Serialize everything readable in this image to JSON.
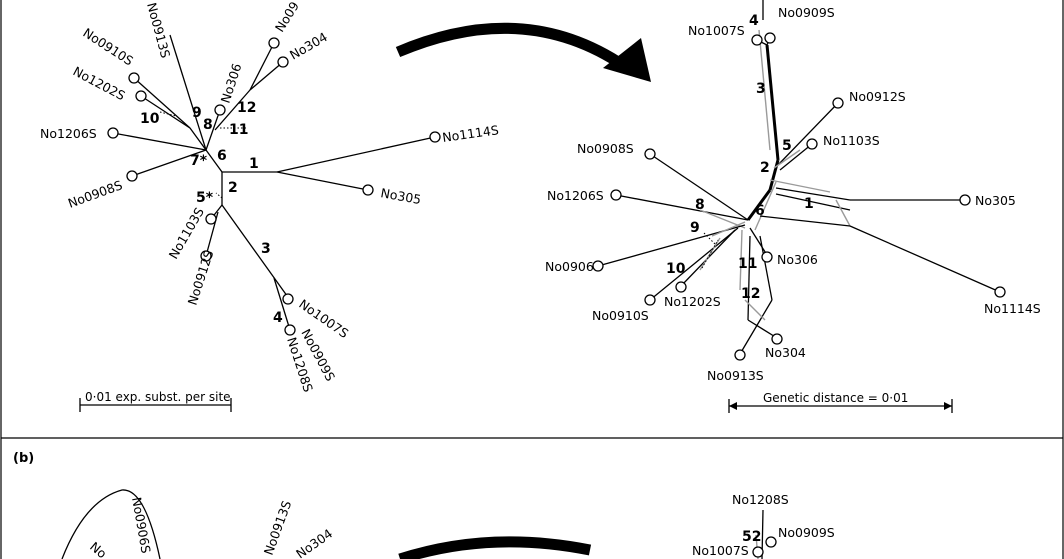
{
  "panel_b_label": "(b)",
  "arrow_a": "",
  "panel_a": {
    "tree": {
      "tips": [
        "No0913S",
        "No0910S",
        "No1202S",
        "No1206S",
        "No0908S",
        "No1114S",
        "No305",
        "No1103S",
        "No0912S",
        "No1007S",
        "No0909S",
        "No1208S",
        "No306",
        "No304",
        "No09"
      ],
      "branch_numbers": [
        "1",
        "2",
        "3",
        "4",
        "5*",
        "6",
        "7*",
        "8",
        "9",
        "10",
        "11",
        "12"
      ],
      "scale_label": "0·01 exp. subst. per site"
    },
    "network": {
      "tips": [
        "No0909S",
        "No1007S",
        "No0912S",
        "No1103S",
        "No0908S",
        "No1206S",
        "No305",
        "No0906",
        "No306",
        "No1202S",
        "No0910S",
        "No1114S",
        "No304",
        "No0913S"
      ],
      "split_numbers": [
        "1",
        "2",
        "3",
        "4",
        "5",
        "6",
        "8",
        "9",
        "10",
        "11",
        "12"
      ],
      "scale_label": "Genetic distance = 0·01"
    }
  },
  "panel_b": {
    "tree_tips": [
      "No0906S",
      "No0913S",
      "No",
      "No304"
    ],
    "network_tips": [
      "No1208S",
      "No0909S",
      "No1007S"
    ],
    "split_numbers": [
      "52"
    ]
  }
}
